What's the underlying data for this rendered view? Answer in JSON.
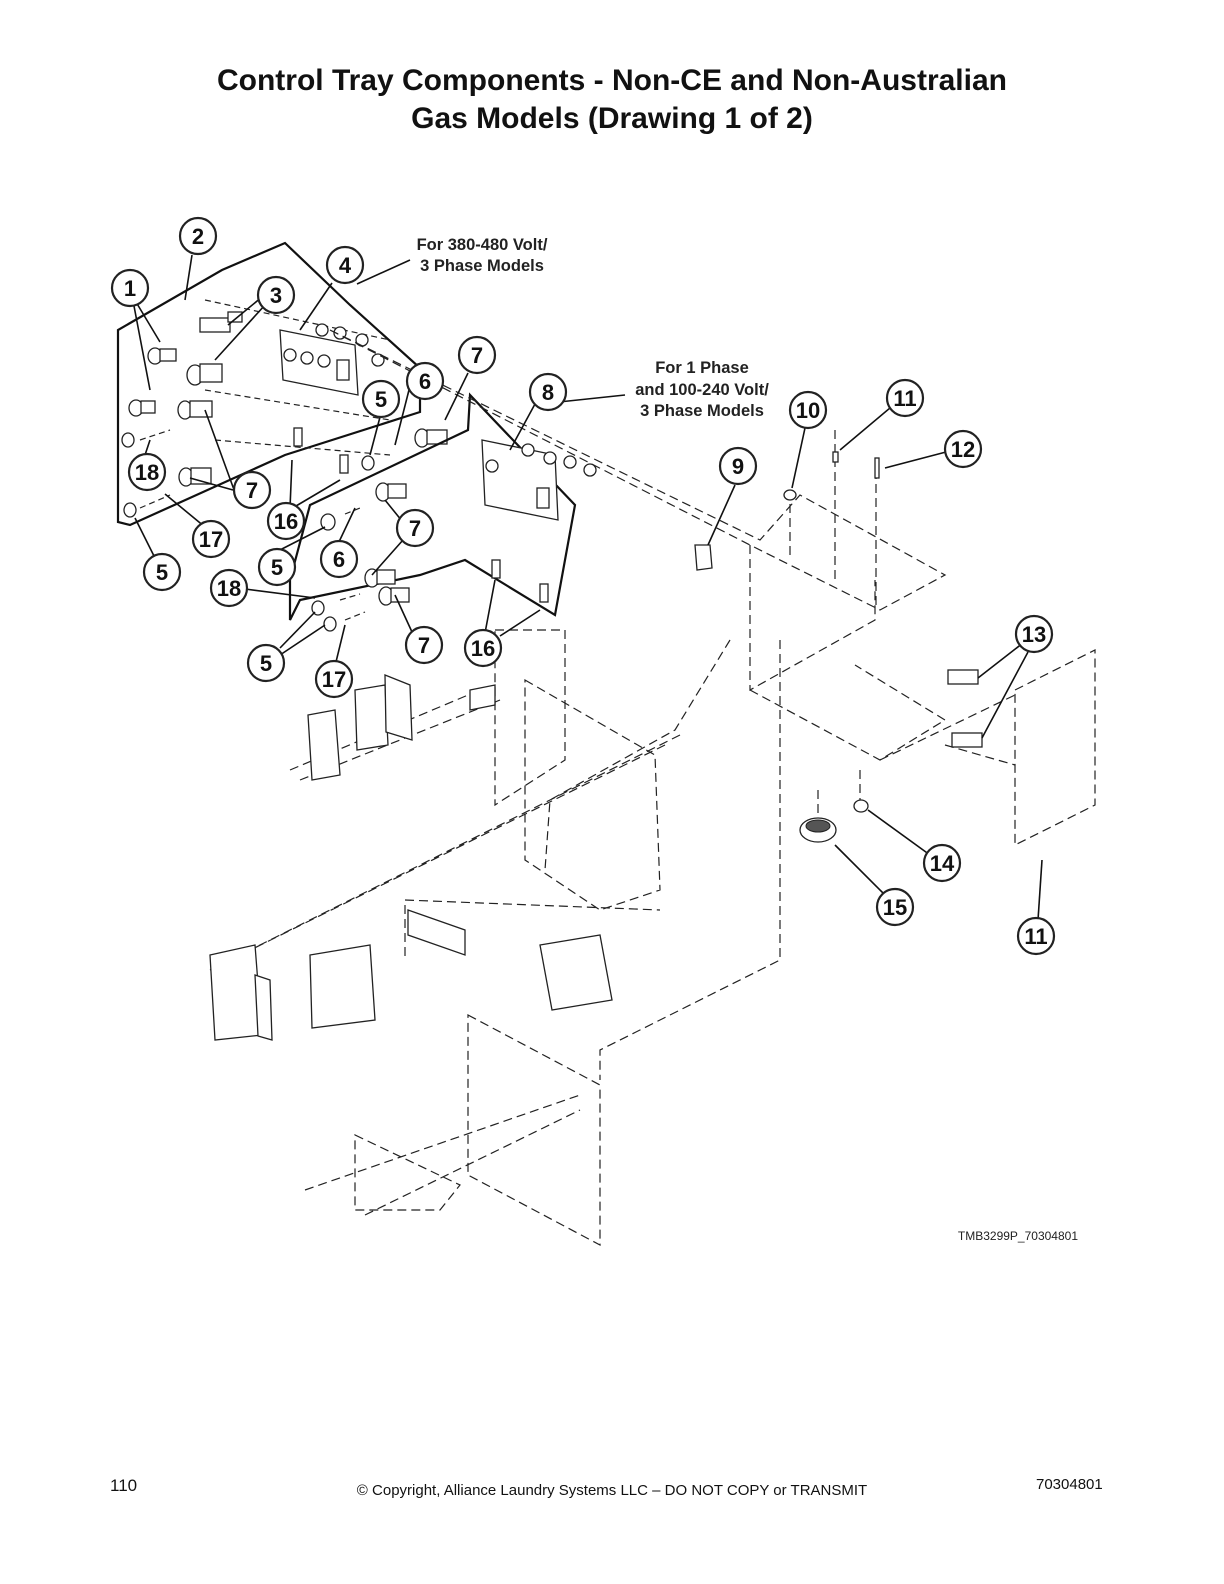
{
  "title": {
    "line1": "Control Tray Components - Non-CE and Non-Australian",
    "line2": "Gas Models (Drawing 1 of 2)"
  },
  "notes": {
    "note_380": {
      "line1": "For 380-480 Volt/",
      "line2": "3 Phase Models"
    },
    "note_1ph": {
      "line1": "For 1 Phase",
      "line2": "and 100-240 Volt/",
      "line3": "3 Phase Models"
    }
  },
  "callouts": [
    {
      "id": "c2",
      "label": "2"
    },
    {
      "id": "c1",
      "label": "1"
    },
    {
      "id": "c4",
      "label": "4"
    },
    {
      "id": "c3",
      "label": "3"
    },
    {
      "id": "c7a",
      "label": "7"
    },
    {
      "id": "c6a",
      "label": "6"
    },
    {
      "id": "c5a",
      "label": "5"
    },
    {
      "id": "c8",
      "label": "8"
    },
    {
      "id": "c10",
      "label": "10"
    },
    {
      "id": "c11a",
      "label": "11"
    },
    {
      "id": "c12",
      "label": "12"
    },
    {
      "id": "c9",
      "label": "9"
    },
    {
      "id": "c18a",
      "label": "18"
    },
    {
      "id": "c7b",
      "label": "7"
    },
    {
      "id": "c16a",
      "label": "16"
    },
    {
      "id": "c7c",
      "label": "7"
    },
    {
      "id": "c17a",
      "label": "17"
    },
    {
      "id": "c5b",
      "label": "5"
    },
    {
      "id": "c5c",
      "label": "5"
    },
    {
      "id": "c6b",
      "label": "6"
    },
    {
      "id": "c18b",
      "label": "18"
    },
    {
      "id": "c7d",
      "label": "7"
    },
    {
      "id": "c16b",
      "label": "16"
    },
    {
      "id": "c5d",
      "label": "5"
    },
    {
      "id": "c17b",
      "label": "17"
    },
    {
      "id": "c13",
      "label": "13"
    },
    {
      "id": "c14",
      "label": "14"
    },
    {
      "id": "c15",
      "label": "15"
    },
    {
      "id": "c11b",
      "label": "11"
    }
  ],
  "drawing_code": "TMB3299P_70304801",
  "footer": {
    "page_number": "110",
    "copyright": "© Copyright, Alliance Laundry Systems LLC – DO NOT COPY or TRANSMIT",
    "doc_number": "70304801"
  }
}
